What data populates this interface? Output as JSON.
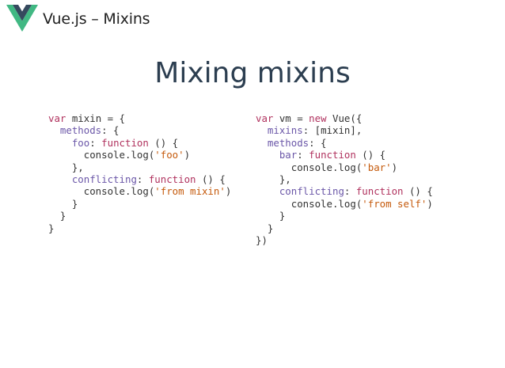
{
  "header": {
    "title": "Vue.js – Mixins",
    "logo": "vue-logo",
    "logo_colors": {
      "outer": "#41b883",
      "inner": "#35495e"
    }
  },
  "slide": {
    "title": "Mixing mixins"
  },
  "colors": {
    "keyword": "#b0325e",
    "property": "#6b57a8",
    "string": "#c55a0c",
    "plain": "#333333",
    "title": "#2c3e50"
  },
  "code_left": {
    "lines": [
      [
        {
          "t": "kw",
          "v": "var"
        },
        {
          "t": "pl",
          "v": " mixin = {"
        }
      ],
      [
        {
          "t": "pl",
          "v": "  "
        },
        {
          "t": "prop",
          "v": "methods"
        },
        {
          "t": "pl",
          "v": ": {"
        }
      ],
      [
        {
          "t": "pl",
          "v": "    "
        },
        {
          "t": "prop",
          "v": "foo"
        },
        {
          "t": "pl",
          "v": ": "
        },
        {
          "t": "kw",
          "v": "function"
        },
        {
          "t": "pl",
          "v": " () {"
        }
      ],
      [
        {
          "t": "pl",
          "v": "      console.log("
        },
        {
          "t": "str",
          "v": "'foo'"
        },
        {
          "t": "pl",
          "v": ")"
        }
      ],
      [
        {
          "t": "pl",
          "v": "    },"
        }
      ],
      [
        {
          "t": "pl",
          "v": "    "
        },
        {
          "t": "prop",
          "v": "conflicting"
        },
        {
          "t": "pl",
          "v": ": "
        },
        {
          "t": "kw",
          "v": "function"
        },
        {
          "t": "pl",
          "v": " () {"
        }
      ],
      [
        {
          "t": "pl",
          "v": "      console.log("
        },
        {
          "t": "str",
          "v": "'from mixin'"
        },
        {
          "t": "pl",
          "v": ")"
        }
      ],
      [
        {
          "t": "pl",
          "v": "    }"
        }
      ],
      [
        {
          "t": "pl",
          "v": "  }"
        }
      ],
      [
        {
          "t": "pl",
          "v": "}"
        }
      ]
    ]
  },
  "code_right": {
    "lines": [
      [
        {
          "t": "kw",
          "v": "var"
        },
        {
          "t": "pl",
          "v": " vm = "
        },
        {
          "t": "kw",
          "v": "new"
        },
        {
          "t": "pl",
          "v": " Vue({"
        }
      ],
      [
        {
          "t": "pl",
          "v": "  "
        },
        {
          "t": "prop",
          "v": "mixins"
        },
        {
          "t": "pl",
          "v": ": [mixin],"
        }
      ],
      [
        {
          "t": "pl",
          "v": "  "
        },
        {
          "t": "prop",
          "v": "methods"
        },
        {
          "t": "pl",
          "v": ": {"
        }
      ],
      [
        {
          "t": "pl",
          "v": "    "
        },
        {
          "t": "prop",
          "v": "bar"
        },
        {
          "t": "pl",
          "v": ": "
        },
        {
          "t": "kw",
          "v": "function"
        },
        {
          "t": "pl",
          "v": " () {"
        }
      ],
      [
        {
          "t": "pl",
          "v": "      console.log("
        },
        {
          "t": "str",
          "v": "'bar'"
        },
        {
          "t": "pl",
          "v": ")"
        }
      ],
      [
        {
          "t": "pl",
          "v": "    },"
        }
      ],
      [
        {
          "t": "pl",
          "v": "    "
        },
        {
          "t": "prop",
          "v": "conflicting"
        },
        {
          "t": "pl",
          "v": ": "
        },
        {
          "t": "kw",
          "v": "function"
        },
        {
          "t": "pl",
          "v": " () {"
        }
      ],
      [
        {
          "t": "pl",
          "v": "      console.log("
        },
        {
          "t": "str",
          "v": "'from self'"
        },
        {
          "t": "pl",
          "v": ")"
        }
      ],
      [
        {
          "t": "pl",
          "v": "    }"
        }
      ],
      [
        {
          "t": "pl",
          "v": "  }"
        }
      ],
      [
        {
          "t": "pl",
          "v": "})"
        }
      ]
    ]
  }
}
